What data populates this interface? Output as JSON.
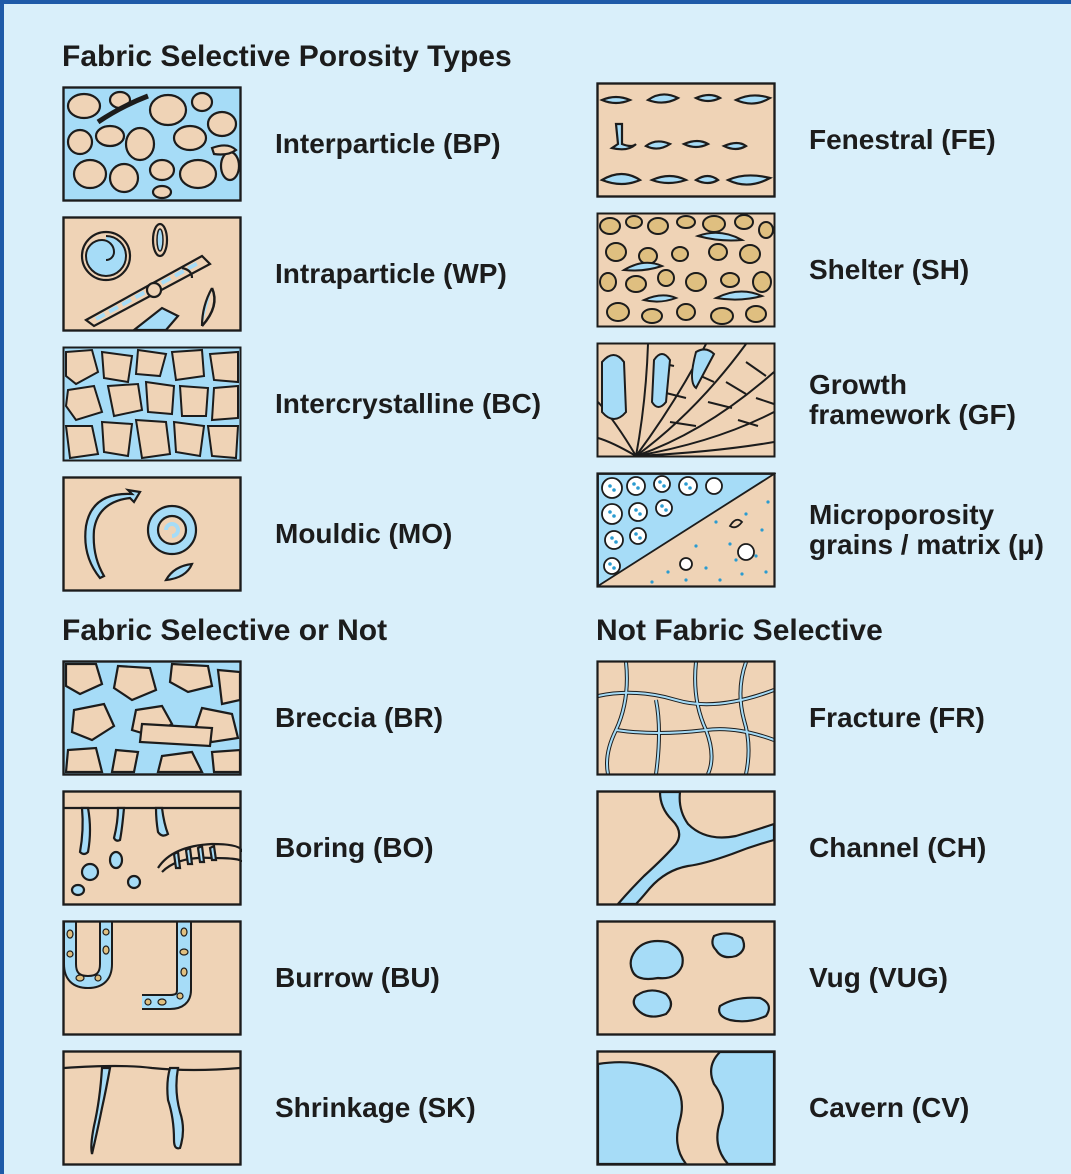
{
  "title": "Fabric Selective Porosity Types",
  "colors": {
    "background": "#d9effa",
    "frame_border": "#1e5aa8",
    "rock": "#efd3b6",
    "pore": "#a6dcf7",
    "grain": "#dfbf80",
    "outline": "#1c1c1c"
  },
  "sections": [
    {
      "heading": "Fabric Selective Porosity Types",
      "items": [
        {
          "label": "Interparticle (BP)",
          "icon": "interparticle-icon"
        },
        {
          "label": "Intraparticle (WP)",
          "icon": "intraparticle-icon"
        },
        {
          "label": "Intercrystalline (BC)",
          "icon": "intercrystalline-icon"
        },
        {
          "label": "Mouldic (MO)",
          "icon": "mouldic-icon"
        },
        {
          "label": "Fenestral (FE)",
          "icon": "fenestral-icon"
        },
        {
          "label": "Shelter (SH)",
          "icon": "shelter-icon"
        },
        {
          "label": "Growth\nframework (GF)",
          "icon": "growth-framework-icon"
        },
        {
          "label": "Microporosity\ngrains / matrix (μ)",
          "icon": "microporosity-icon"
        }
      ]
    },
    {
      "heading": "Fabric Selective or Not",
      "items": [
        {
          "label": "Breccia (BR)",
          "icon": "breccia-icon"
        },
        {
          "label": "Boring (BO)",
          "icon": "boring-icon"
        },
        {
          "label": "Burrow (BU)",
          "icon": "burrow-icon"
        },
        {
          "label": "Shrinkage (SK)",
          "icon": "shrinkage-icon"
        }
      ]
    },
    {
      "heading": "Not Fabric Selective",
      "items": [
        {
          "label": "Fracture (FR)",
          "icon": "fracture-icon"
        },
        {
          "label": "Channel (CH)",
          "icon": "channel-icon"
        },
        {
          "label": "Vug (VUG)",
          "icon": "vug-icon"
        },
        {
          "label": "Cavern (CV)",
          "icon": "cavern-icon"
        }
      ]
    }
  ]
}
